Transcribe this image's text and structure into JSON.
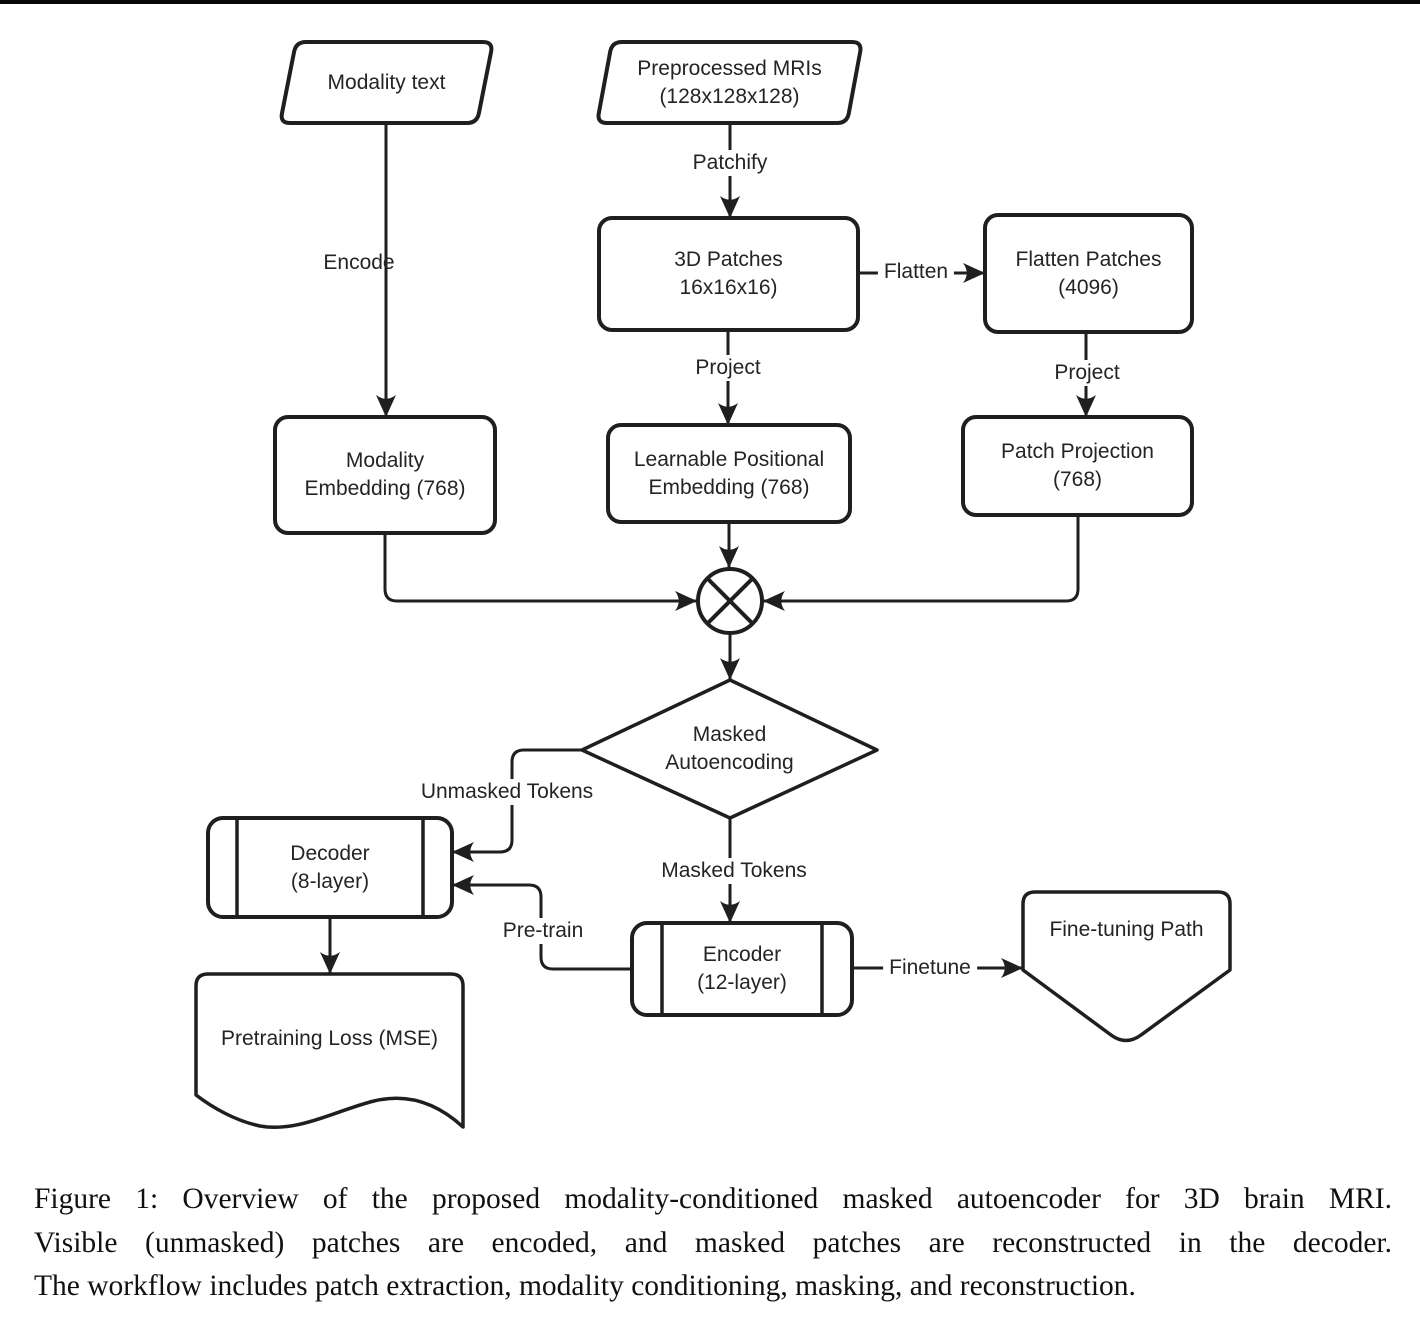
{
  "figure": {
    "type": "flowchart",
    "colors": {
      "stroke": "#1f1f1f",
      "fill": "#ffffff",
      "text": "#242424"
    },
    "nodes": {
      "modality_text": {
        "label": "Modality text",
        "shape": "parallelogram"
      },
      "preprocessed_mris": {
        "label": "Preprocessed MRIs\n(128x128x128)",
        "shape": "parallelogram"
      },
      "patches_3d": {
        "label": "3D Patches\n16x16x16)",
        "shape": "rounded-rect"
      },
      "flatten_patches": {
        "label": "Flatten Patches\n(4096)",
        "shape": "rounded-rect"
      },
      "modality_embedding": {
        "label": "Modality\nEmbedding (768)",
        "shape": "rounded-rect"
      },
      "learnable_positional_embedding": {
        "label": "Learnable Positional\nEmbedding (768)",
        "shape": "rounded-rect"
      },
      "patch_projection": {
        "label": "Patch Projection\n(768)",
        "shape": "rounded-rect"
      },
      "masked_autoencoding": {
        "label": "Masked\nAutoencoding",
        "shape": "diamond"
      },
      "decoder": {
        "label": "Decoder\n(8-layer)",
        "shape": "subroutine"
      },
      "encoder": {
        "label": "Encoder\n(12-layer)",
        "shape": "subroutine"
      },
      "fine_tuning_path": {
        "label": "Fine-tuning Path",
        "shape": "pentagon"
      },
      "pretraining_loss": {
        "label": "Pretraining Loss (MSE)",
        "shape": "document"
      }
    },
    "edge_labels": {
      "encode": "Encode",
      "patchify": "Patchify",
      "flatten": "Flatten",
      "project_mid": "Project",
      "project_right": "Project",
      "unmasked_tokens": "Unmasked Tokens",
      "masked_tokens": "Masked Tokens",
      "pretrain": "Pre-train",
      "finetune": "Finetune"
    },
    "caption_lines": [
      "Figure 1: Overview of the proposed modality-conditioned masked autoencoder for 3D brain MRI.",
      "Visible (unmasked) patches are encoded, and masked patches are reconstructed in the decoder.",
      "The workflow includes patch extraction, modality conditioning, masking, and reconstruction."
    ]
  }
}
